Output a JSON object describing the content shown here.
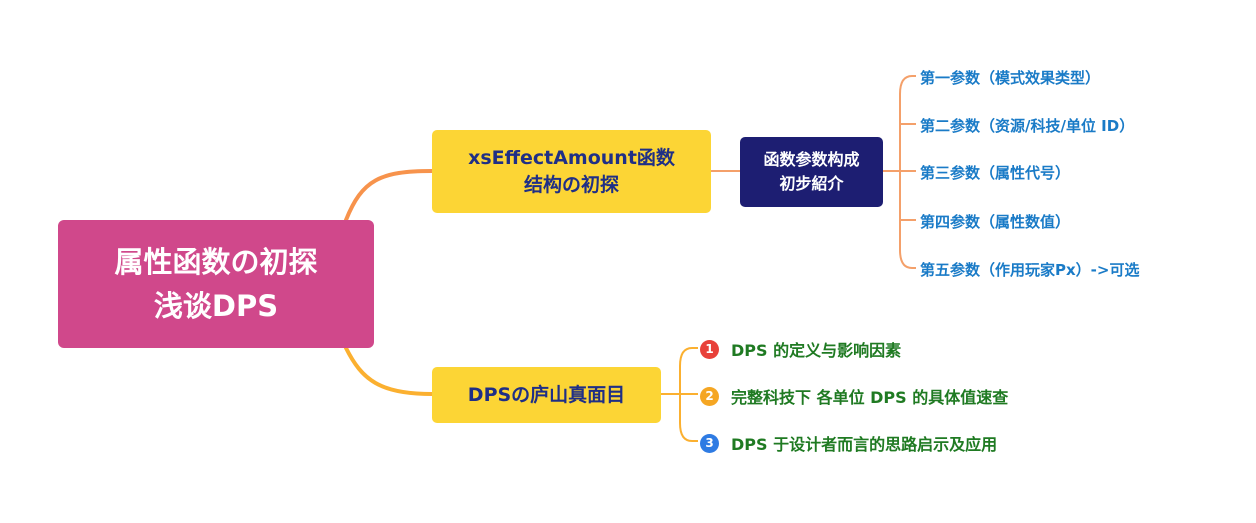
{
  "root": {
    "lines": [
      "属性函数の初探",
      "浅谈DPS"
    ]
  },
  "branches": [
    {
      "lines": [
        "xsEffectAmount函数",
        "结构の初探"
      ],
      "sub": {
        "lines": [
          "函数参数构成",
          "初步紹介"
        ],
        "leaves": [
          "第一参数（模式效果类型）",
          "第二参数（资源/科技/单位 ID）",
          "第三参数（属性代号）",
          "第四参数（属性数值）",
          "第五参数（作用玩家Px）->可选"
        ]
      }
    },
    {
      "lines": [
        "DPSの庐山真面目"
      ],
      "items": [
        {
          "marker": "1",
          "text": "DPS 的定义与影响因素"
        },
        {
          "marker": "2",
          "text": "完整科技下 各单位 DPS 的具体值速查"
        },
        {
          "marker": "3",
          "text": "DPS 于设计者而言的思路启示及应用"
        }
      ]
    }
  ],
  "colors": {
    "root": "#d0488b",
    "branch": "#fcd535",
    "sub": "#1d1e72",
    "leaf_text": "#1a7bc7",
    "item_text": "#1f7a22",
    "connector_root": "#f7934c",
    "connector_sub": "#f4a06a",
    "connector_items": "#fbb030",
    "marker_1": "#e8413a",
    "marker_2": "#f5a623",
    "marker_3": "#2e7be3"
  }
}
